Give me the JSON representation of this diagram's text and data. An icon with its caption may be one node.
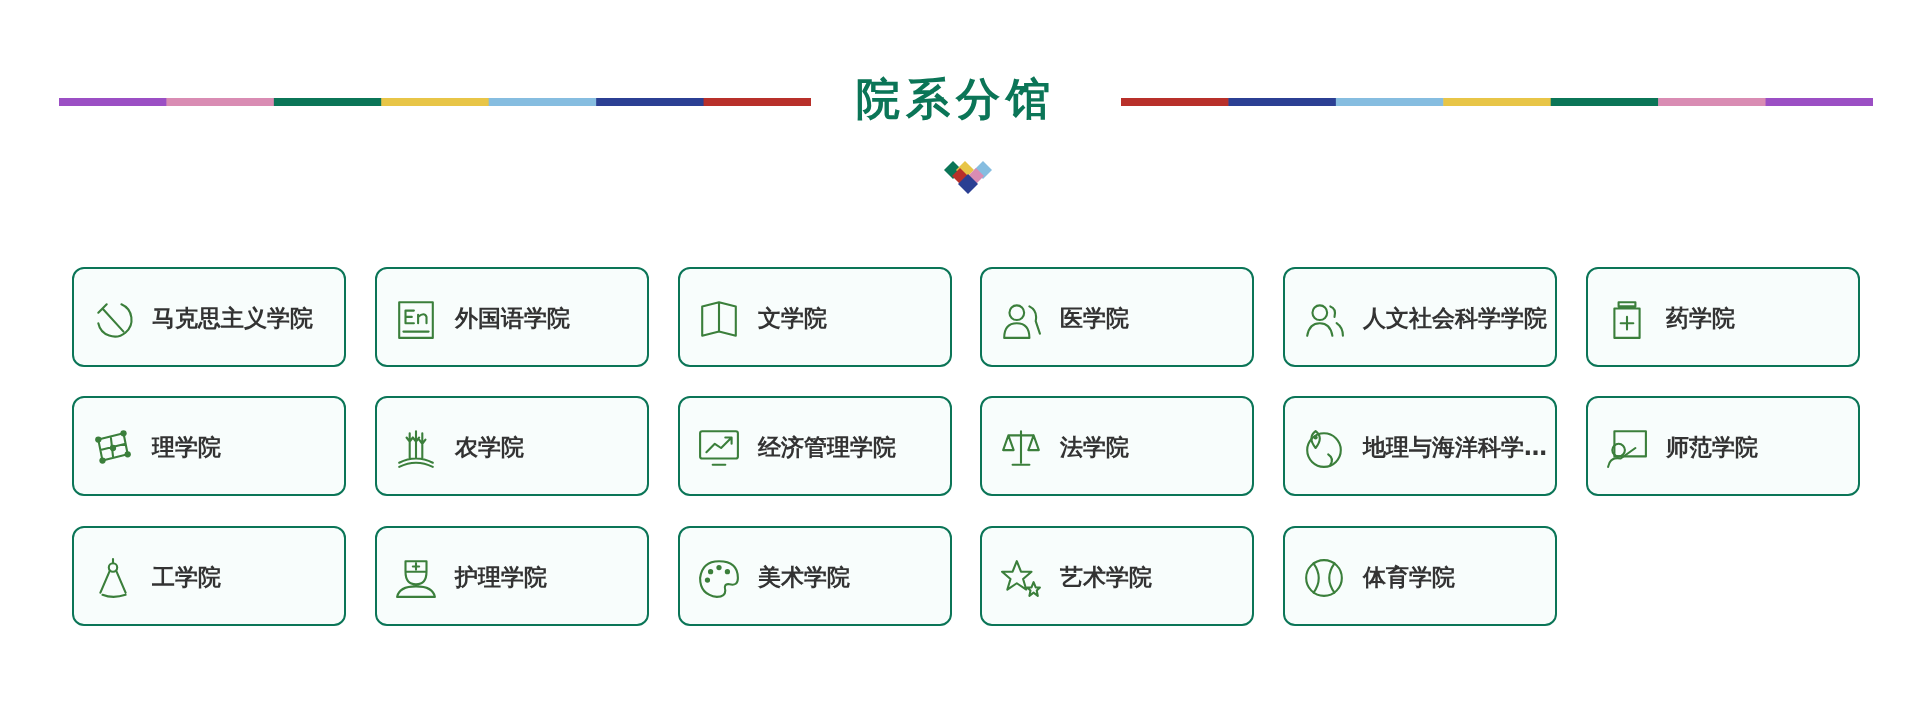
{
  "diagram": {
    "title": "院系分馆",
    "nodes": [
      {
        "text": [
          "马克思主义学院"
        ]
      },
      {
        "text": [
          "外国语学院"
        ]
      },
      {
        "text": [
          "文学院"
        ]
      },
      {
        "text": [
          "医学院"
        ]
      },
      {
        "text": [
          "人文社会科学学院"
        ]
      },
      {
        "text": [
          "药学院"
        ]
      },
      {
        "text": [
          "理学院"
        ]
      },
      {
        "text": [
          "农学院"
        ]
      },
      {
        "text": [
          "经济管理学院"
        ]
      },
      {
        "text": [
          "法学院"
        ]
      },
      {
        "text": [
          "地理与海洋科学…"
        ]
      },
      {
        "text": [
          "师范学院"
        ]
      },
      {
        "text": [
          "工学院"
        ]
      },
      {
        "text": [
          "护理学院"
        ]
      },
      {
        "text": [
          "美术学院"
        ]
      },
      {
        "text": [
          "艺术学院"
        ]
      },
      {
        "text": [
          "体育学院"
        ]
      }
    ]
  }
}
